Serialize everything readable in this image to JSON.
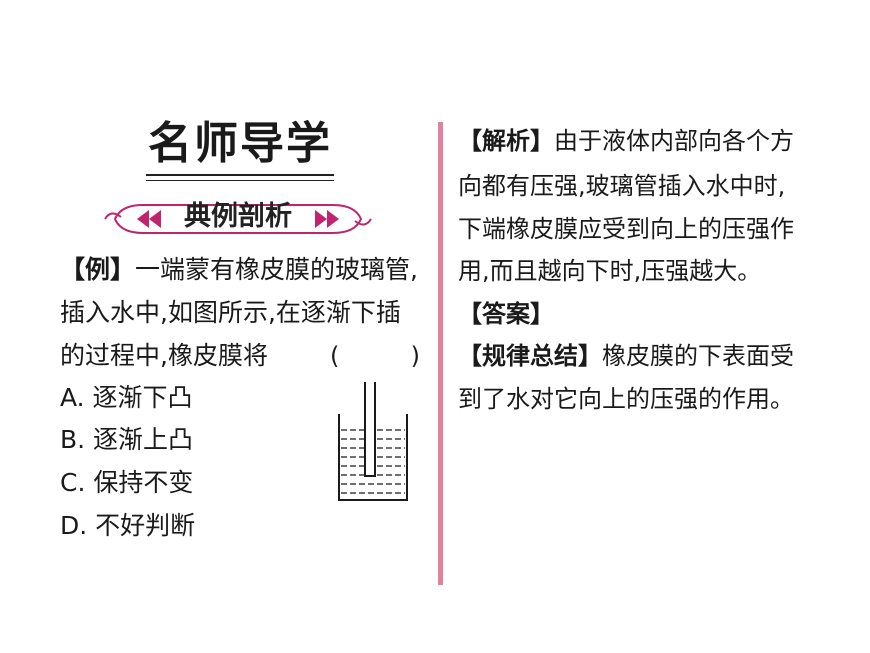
{
  "header": {
    "title": "名师导学",
    "banner": "典例剖析"
  },
  "question": {
    "tag": "【例】",
    "line1": "一端蒙有橡皮膜的玻璃管,",
    "line2": "插入水中,如图所示,在逐渐下插",
    "line3": "的过程中,橡皮膜将",
    "blank_open": "(",
    "blank_close": ")",
    "options": [
      "A. 逐渐下凸",
      "B. 逐渐上凸",
      "C. 保持不变",
      "D. 不好判断"
    ]
  },
  "analysis": {
    "tag": "【解析】",
    "line1": "由于液体内部向各个方",
    "line2": "向都有压强,玻璃管插入水中时,",
    "line3": "下端橡皮膜应受到向上的压强作",
    "line4": "用,而且越向下时,压强越大。"
  },
  "answer": {
    "tag": "【答案】"
  },
  "summary": {
    "tag": "【规律总结】",
    "line1": "橡皮膜的下表面受",
    "line2": "到了水对它向上的压强的作用。"
  },
  "colors": {
    "accent": "#c0246e",
    "divider": "#e0829c"
  }
}
